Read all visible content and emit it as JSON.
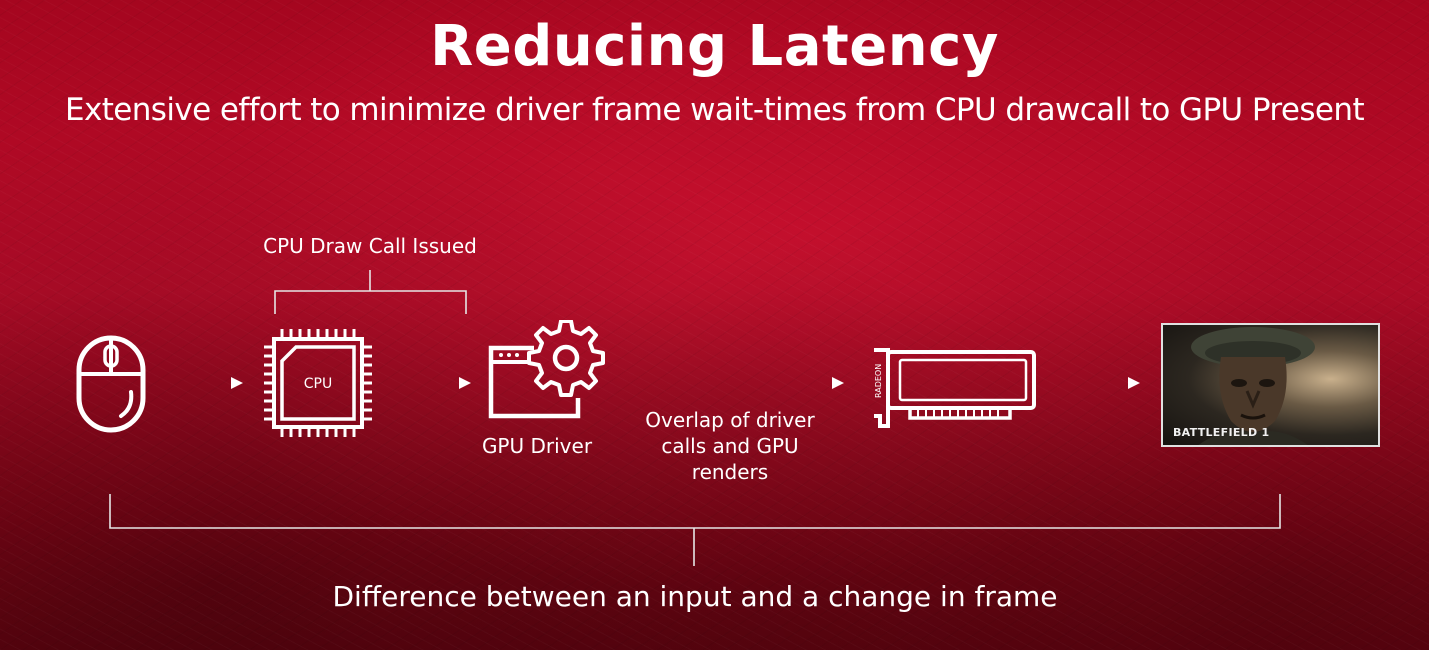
{
  "title": "Reducing Latency",
  "subtitle": "Extensive effort to minimize driver frame wait-times from CPU drawcall to GPU Present",
  "labels": {
    "cpu_draw_call_issued": "CPU Draw Call Issued",
    "cpu_chip": "CPU",
    "gpu_driver": "GPU Driver",
    "overlap": [
      "Overlap of driver",
      "calls and GPU",
      "renders"
    ],
    "gpu_card_brand": "RADEON",
    "difference": "Difference between an input and a change in frame"
  },
  "game_frame": {
    "caption": "BATTLEFIELD 1"
  },
  "icons": [
    "mouse-icon",
    "cpu-chip-icon",
    "gpu-driver-gear-icon",
    "graphics-card-icon"
  ],
  "colors": {
    "background": "#b00a26",
    "foreground": "#ffffff",
    "bracket": "#e6e6e6"
  }
}
